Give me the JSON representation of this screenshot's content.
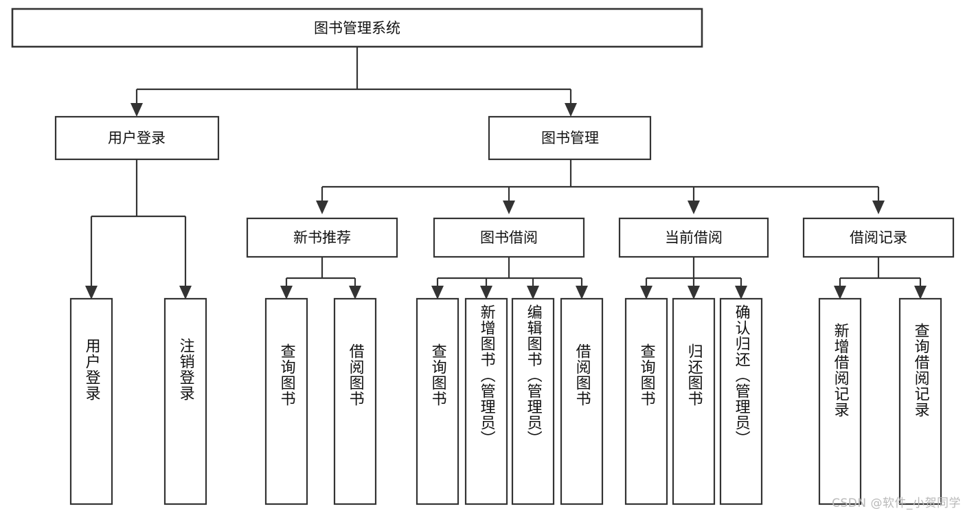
{
  "diagram": {
    "type": "hierarchy-tree",
    "title": "图书管理系统",
    "watermark": "CSDN @软件_小贺同学",
    "colors": {
      "stroke": "#333333",
      "fill": "#ffffff",
      "text": "#111111",
      "watermark": "#b9b9b9"
    },
    "levels": {
      "root": {
        "label": "图书管理系统"
      },
      "level2": [
        {
          "label": "用户登录"
        },
        {
          "label": "图书管理"
        }
      ],
      "level3": [
        {
          "label": "新书推荐"
        },
        {
          "label": "图书借阅"
        },
        {
          "label": "当前借阅"
        },
        {
          "label": "借阅记录"
        }
      ],
      "leaves": {
        "user_login": [
          {
            "label": "用户登录"
          },
          {
            "label": "注销登录"
          }
        ],
        "new_book_rec": [
          {
            "label": "查询图书"
          },
          {
            "label": "借阅图书"
          }
        ],
        "book_borrow": [
          {
            "label": "查询图书"
          },
          {
            "label": "新增图书（管理员）"
          },
          {
            "label": "编辑图书（管理员）"
          },
          {
            "label": "借阅图书"
          }
        ],
        "current_borrow": [
          {
            "label": "查询图书"
          },
          {
            "label": "归还图书"
          },
          {
            "label": "确认归还（管理员）"
          }
        ],
        "borrow_record": [
          {
            "label": "新增借阅记录"
          },
          {
            "label": "查询借阅记录"
          }
        ]
      }
    }
  }
}
